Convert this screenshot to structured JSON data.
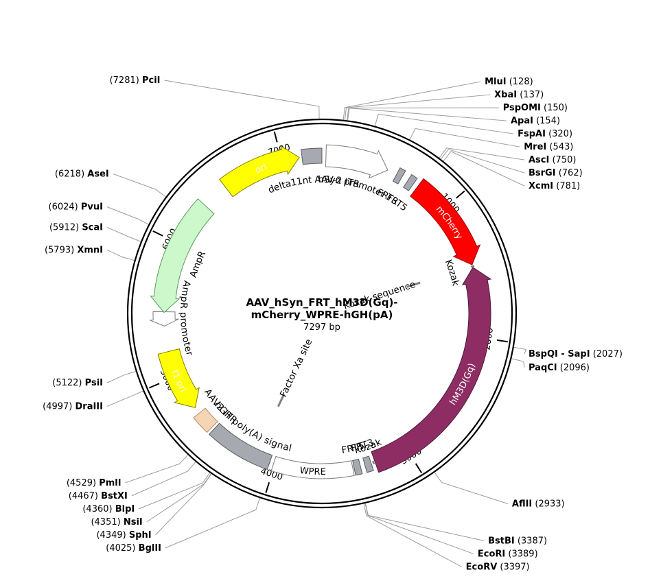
{
  "map": {
    "title_line1": "AAV_hSyn_FRT_hM3D(Gq)-",
    "title_line2": "mCherry_WPRE-hGH(pA)",
    "length_label": "7297 bp",
    "total_bp": 7297
  },
  "ticks": [
    {
      "bp": 1000,
      "label": "1000"
    },
    {
      "bp": 2000,
      "label": "2000"
    },
    {
      "bp": 3000,
      "label": "3000"
    },
    {
      "bp": 4000,
      "label": "4000"
    },
    {
      "bp": 5000,
      "label": "5000"
    },
    {
      "bp": 6000,
      "label": "6000"
    },
    {
      "bp": 7000,
      "label": "7000"
    }
  ],
  "features": [
    {
      "id": "ori",
      "name": "ori",
      "start": 6540,
      "end": 7130,
      "dir": 1,
      "color": "#ffff00",
      "stroke": "#808000",
      "label": "ori",
      "label_mode": "inside"
    },
    {
      "id": "aav2-itr-left",
      "name": "delta11nt AAV-2 ITR",
      "start": 7150,
      "end": 7297,
      "dir": 0,
      "color": "#a6aab0",
      "stroke": "#555b60",
      "label": "delta11nt AAV-2 ITR",
      "label_mode": "outside"
    },
    {
      "id": "hsyn-promoter",
      "name": "hSyn promoter",
      "start": 30,
      "end": 500,
      "dir": 1,
      "color": "#ffffff",
      "stroke": "#7a7a7a",
      "label": "hSyn promoter",
      "label_mode": "outside"
    },
    {
      "id": "frt3-a",
      "name": "FRT3",
      "start": 572,
      "end": 616,
      "dir": 0,
      "color": "#a6aab0",
      "stroke": "#555b60",
      "label": "FRT3",
      "label_mode": "outside"
    },
    {
      "id": "frt5-a",
      "name": "FRT5",
      "start": 666,
      "end": 714,
      "dir": 0,
      "color": "#a6aab0",
      "stroke": "#555b60",
      "label": "FRT5",
      "label_mode": "outside"
    },
    {
      "id": "mcherry",
      "name": "mCherry",
      "start": 750,
      "end": 1460,
      "dir": 1,
      "color": "#ff0000",
      "stroke": "#a00000",
      "label": "mCherry",
      "label_mode": "inside"
    },
    {
      "id": "kozak-a",
      "name": "Kozak",
      "start": 1468,
      "end": 1476,
      "dir": 0,
      "color": "#808080",
      "stroke": "#808080",
      "label": "Kozak",
      "label_mode": "outside"
    },
    {
      "id": "hm3d",
      "name": "hM3D(Gq)",
      "start": 1480,
      "end": 3250,
      "dir": -1,
      "color": "#8e2d64",
      "stroke": "#4e1838",
      "label": "hM3D(Gq)",
      "label_mode": "inside"
    },
    {
      "id": "kozak-b",
      "name": "Kozak",
      "start": 3258,
      "end": 3266,
      "dir": 0,
      "color": "#808080",
      "stroke": "#808080",
      "label": "Kozak",
      "label_mode": "outside"
    },
    {
      "id": "frt3-b",
      "name": "FRT3",
      "start": 3280,
      "end": 3328,
      "dir": 0,
      "color": "#a6aab0",
      "stroke": "#555b60",
      "label": "FRT3",
      "label_mode": "outside"
    },
    {
      "id": "frt5-b",
      "name": "FRT5",
      "start": 3362,
      "end": 3410,
      "dir": 0,
      "color": "#a6aab0",
      "stroke": "#555b60",
      "label": "FRT5",
      "label_mode": "outside"
    },
    {
      "id": "wpre",
      "name": "WPRE",
      "start": 3420,
      "end": 4010,
      "dir": 0,
      "color": "#ffffff",
      "stroke": "#7a7a7a",
      "label": "WPRE",
      "label_mode": "inside-dark"
    },
    {
      "id": "hgh-polya",
      "name": "hGH poly(A) signal",
      "start": 4040,
      "end": 4520,
      "dir": 0,
      "color": "#a6aab0",
      "stroke": "#555b60",
      "label": "hGH poly(A) signal",
      "label_mode": "outside"
    },
    {
      "id": "aav2-itr-right",
      "name": "AAV2 ITR",
      "start": 4540,
      "end": 4680,
      "dir": 0,
      "color": "#f5d6b4",
      "stroke": "#b08860",
      "label": "AAV2 ITR",
      "label_mode": "outside"
    },
    {
      "id": "f1-ori",
      "name": "f1 ori",
      "start": 4730,
      "end": 5190,
      "dir": -1,
      "color": "#ffff00",
      "stroke": "#808000",
      "label": "f1 ori",
      "label_mode": "inside"
    },
    {
      "id": "ampr-promoter",
      "name": "AmpR promoter",
      "start": 5380,
      "end": 5485,
      "dir": -1,
      "color": "#ffffff",
      "stroke": "#7a7a7a",
      "label": "AmpR promoter",
      "label_mode": "outside"
    },
    {
      "id": "ampr",
      "name": "AmpR",
      "start": 5480,
      "end": 6340,
      "dir": -1,
      "color": "#ccf8cc",
      "stroke": "#5a9a5a",
      "label": "AmpR",
      "label_mode": "outside"
    }
  ],
  "inner_labels": [
    {
      "id": "factor-xa",
      "text": "Factor Xa site",
      "bp": 4158
    },
    {
      "id": "kozak-seq",
      "text": "Kozak sequence",
      "bp": 1472
    }
  ],
  "sites": [
    {
      "enzyme": "MluI",
      "pos": 128,
      "pos_label": "(128)"
    },
    {
      "enzyme": "XbaI",
      "pos": 137,
      "pos_label": "(137)"
    },
    {
      "enzyme": "PspOMI",
      "pos": 150,
      "pos_label": "(150)"
    },
    {
      "enzyme": "ApaI",
      "pos": 154,
      "pos_label": "(154)"
    },
    {
      "enzyme": "FspAI",
      "pos": 320,
      "pos_label": "(320)"
    },
    {
      "enzyme": "MreI",
      "pos": 543,
      "pos_label": "(543)"
    },
    {
      "enzyme": "AscI",
      "pos": 750,
      "pos_label": "(750)"
    },
    {
      "enzyme": "BsrGI",
      "pos": 762,
      "pos_label": "(762)"
    },
    {
      "enzyme": "XcmI",
      "pos": 781,
      "pos_label": "(781)"
    },
    {
      "enzyme": "BspQI - SapI",
      "pos": 2027,
      "pos_label": "(2027)"
    },
    {
      "enzyme": "PaqCI",
      "pos": 2096,
      "pos_label": "(2096)"
    },
    {
      "enzyme": "AflII",
      "pos": 2933,
      "pos_label": "(2933)"
    },
    {
      "enzyme": "BstBI",
      "pos": 3387,
      "pos_label": "(3387)"
    },
    {
      "enzyme": "EcoRI",
      "pos": 3389,
      "pos_label": "(3389)"
    },
    {
      "enzyme": "EcoRV",
      "pos": 3397,
      "pos_label": "(3397)"
    },
    {
      "enzyme": "BglII",
      "pos": 4025,
      "pos_label": "(4025)"
    },
    {
      "enzyme": "SphI",
      "pos": 4349,
      "pos_label": "(4349)"
    },
    {
      "enzyme": "NsiI",
      "pos": 4351,
      "pos_label": "(4351)"
    },
    {
      "enzyme": "BlpI",
      "pos": 4360,
      "pos_label": "(4360)"
    },
    {
      "enzyme": "BstXI",
      "pos": 4467,
      "pos_label": "(4467)"
    },
    {
      "enzyme": "PmlI",
      "pos": 4529,
      "pos_label": "(4529)"
    },
    {
      "enzyme": "DraIII",
      "pos": 4997,
      "pos_label": "(4997)"
    },
    {
      "enzyme": "PsiI",
      "pos": 5122,
      "pos_label": "(5122)"
    },
    {
      "enzyme": "XmnI",
      "pos": 5793,
      "pos_label": "(5793)"
    },
    {
      "enzyme": "ScaI",
      "pos": 5912,
      "pos_label": "(5912)"
    },
    {
      "enzyme": "PvuI",
      "pos": 6024,
      "pos_label": "(6024)"
    },
    {
      "enzyme": "AseI",
      "pos": 6218,
      "pos_label": "(6218)"
    },
    {
      "enzyme": "PciI",
      "pos": 7281,
      "pos_label": "(7281)"
    }
  ]
}
